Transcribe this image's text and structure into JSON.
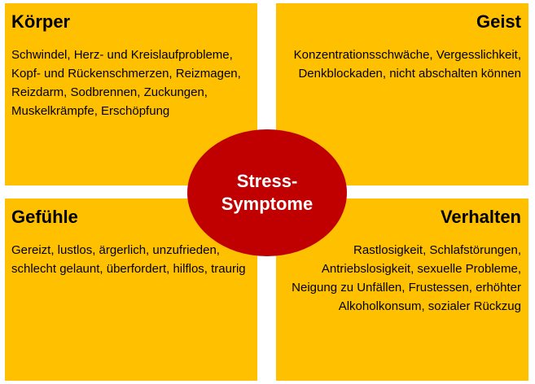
{
  "quadrants": {
    "koerper": {
      "title": "Körper",
      "text": "Schwindel, Herz- und Kreislaufprobleme, Kopf- und Rückenschmerzen, Reizmagen, Reizdarm, Sodbrennen, Zuckungen, Muskelkrämpfe, Erschöpfung"
    },
    "geist": {
      "title": "Geist",
      "text": "Konzentrationsschwäche, Vergesslichkeit, Denkblockaden, nicht abschalten können"
    },
    "gefuehle": {
      "title": "Gefühle",
      "text": "Gereizt, lustlos, ärgerlich, unzufrieden, schlecht gelaunt, überfordert, hilflos, traurig"
    },
    "verhalten": {
      "title": "Verhalten",
      "text": "Rastlosigkeit, Schlafstörungen, Antriebslosigkeit, sexuelle Probleme, Neigung zu Unfällen, Frustessen, erhöhter Alkoholkonsum, sozialer Rückzug"
    }
  },
  "center": {
    "label": "Stress-\nSymptome"
  },
  "colors": {
    "quadrant_fill": "#FFC000",
    "center_fill": "#C00000",
    "center_text": "#FFFFFF"
  }
}
